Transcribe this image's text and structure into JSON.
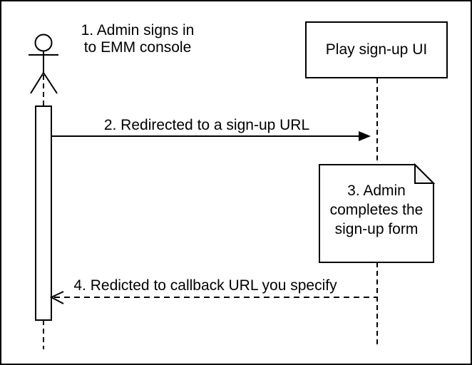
{
  "diagram": {
    "actor_label": {
      "line1": "1. Admin signs in",
      "line2": "to EMM console"
    },
    "participant": {
      "label": "Play sign-up UI"
    },
    "message2": {
      "label": "2. Redirected to a sign-up URL"
    },
    "message4": {
      "label": "4. Redicted to callback URL you specify"
    },
    "note": {
      "line1": "3. Admin",
      "line2": "completes the",
      "line3": "sign-up form"
    },
    "colors": {
      "stroke": "#000000",
      "background": "#ffffff",
      "note_fold_fill": "#f2f2f2"
    }
  }
}
